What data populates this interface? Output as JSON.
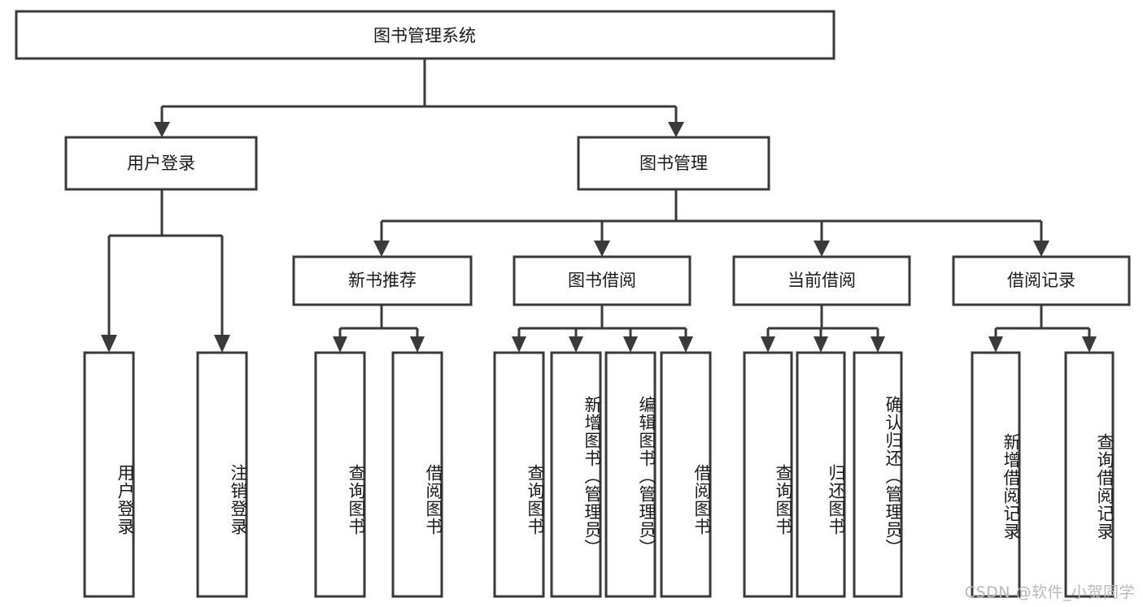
{
  "diagram": {
    "title": "图书管理系统",
    "type": "hierarchy-tree",
    "watermark": "CSDN @软件_小贺同学",
    "colors": {
      "stroke": "#3a3a3a",
      "fill": "#ffffff",
      "text": "#1a1a1a",
      "watermark": "#b9b9b9"
    },
    "levels": {
      "root": {
        "label": "图书管理系统"
      },
      "level2": [
        {
          "label": "用户登录"
        },
        {
          "label": "图书管理"
        }
      ],
      "level3": [
        {
          "label": "新书推荐"
        },
        {
          "label": "图书借阅"
        },
        {
          "label": "当前借阅"
        },
        {
          "label": "借阅记录"
        }
      ],
      "leaves": [
        {
          "label": "用户登录"
        },
        {
          "label": "注销登录"
        },
        {
          "label": "查询图书"
        },
        {
          "label": "借阅图书"
        },
        {
          "label": "查询图书"
        },
        {
          "label": "新增图书（管理员）"
        },
        {
          "label": "编辑图书（管理员）"
        },
        {
          "label": "借阅图书"
        },
        {
          "label": "查询图书"
        },
        {
          "label": "归还图书"
        },
        {
          "label": "确认归还（管理员）"
        },
        {
          "label": "新增借阅记录"
        },
        {
          "label": "查询借阅记录"
        }
      ]
    },
    "edges": [
      {
        "from": "图书管理系统",
        "to": "用户登录"
      },
      {
        "from": "图书管理系统",
        "to": "图书管理"
      },
      {
        "from": "用户登录",
        "to": "用户登录"
      },
      {
        "from": "用户登录",
        "to": "注销登录"
      },
      {
        "from": "图书管理",
        "to": "新书推荐"
      },
      {
        "from": "图书管理",
        "to": "图书借阅"
      },
      {
        "from": "图书管理",
        "to": "当前借阅"
      },
      {
        "from": "图书管理",
        "to": "借阅记录"
      },
      {
        "from": "新书推荐",
        "to": "查询图书"
      },
      {
        "from": "新书推荐",
        "to": "借阅图书"
      },
      {
        "from": "图书借阅",
        "to": "查询图书"
      },
      {
        "from": "图书借阅",
        "to": "新增图书（管理员）"
      },
      {
        "from": "图书借阅",
        "to": "编辑图书（管理员）"
      },
      {
        "from": "图书借阅",
        "to": "借阅图书"
      },
      {
        "from": "当前借阅",
        "to": "查询图书"
      },
      {
        "from": "当前借阅",
        "to": "归还图书"
      },
      {
        "from": "当前借阅",
        "to": "确认归还（管理员）"
      },
      {
        "from": "借阅记录",
        "to": "新增借阅记录"
      },
      {
        "from": "借阅记录",
        "to": "查询借阅记录"
      }
    ]
  }
}
